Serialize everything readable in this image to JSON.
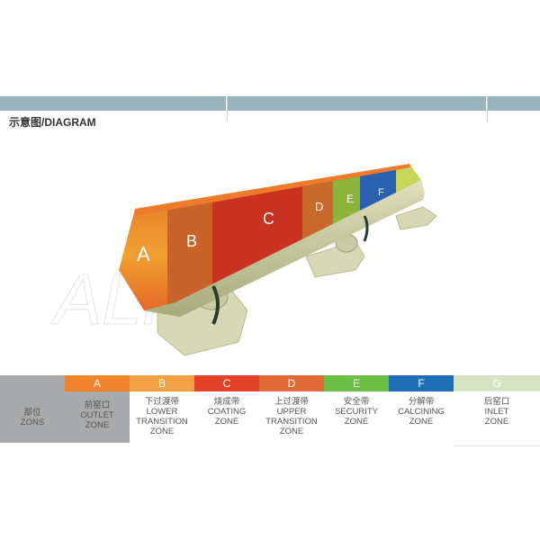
{
  "title": "示意图/DIAGRAM",
  "diagram_labels": [
    "A",
    "B",
    "C",
    "D",
    "E",
    "F"
  ],
  "table": {
    "row_label": {
      "cn": "部位",
      "en": "ZONS"
    },
    "zones": [
      {
        "letter": "A",
        "cn": "前窑口",
        "en": [
          "OUTLET",
          "ZONE"
        ],
        "color": "#f0842c"
      },
      {
        "letter": "B",
        "cn": "下过渡带",
        "en": [
          "LOWER",
          "TRANSITION",
          "ZONE"
        ],
        "color": "#f4a044"
      },
      {
        "letter": "C",
        "cn": "烧成带",
        "en": [
          "COATING",
          "ZONE"
        ],
        "color": "#e2432a"
      },
      {
        "letter": "D",
        "cn": "上过渡带",
        "en": [
          "UPPER",
          "TRANSITION",
          "ZONE"
        ],
        "color": "#df6a38"
      },
      {
        "letter": "E",
        "cn": "安全带",
        "en": [
          "SECURITY",
          "ZONE"
        ],
        "color": "#6bbf45"
      },
      {
        "letter": "F",
        "cn": "分解带",
        "en": [
          "CALCINING",
          "ZONE"
        ],
        "color": "#1f6fb8"
      },
      {
        "letter": "G",
        "cn": "后窑口",
        "en": [
          "INLET",
          "ZONE"
        ],
        "color": "#d6e3c4"
      }
    ]
  }
}
